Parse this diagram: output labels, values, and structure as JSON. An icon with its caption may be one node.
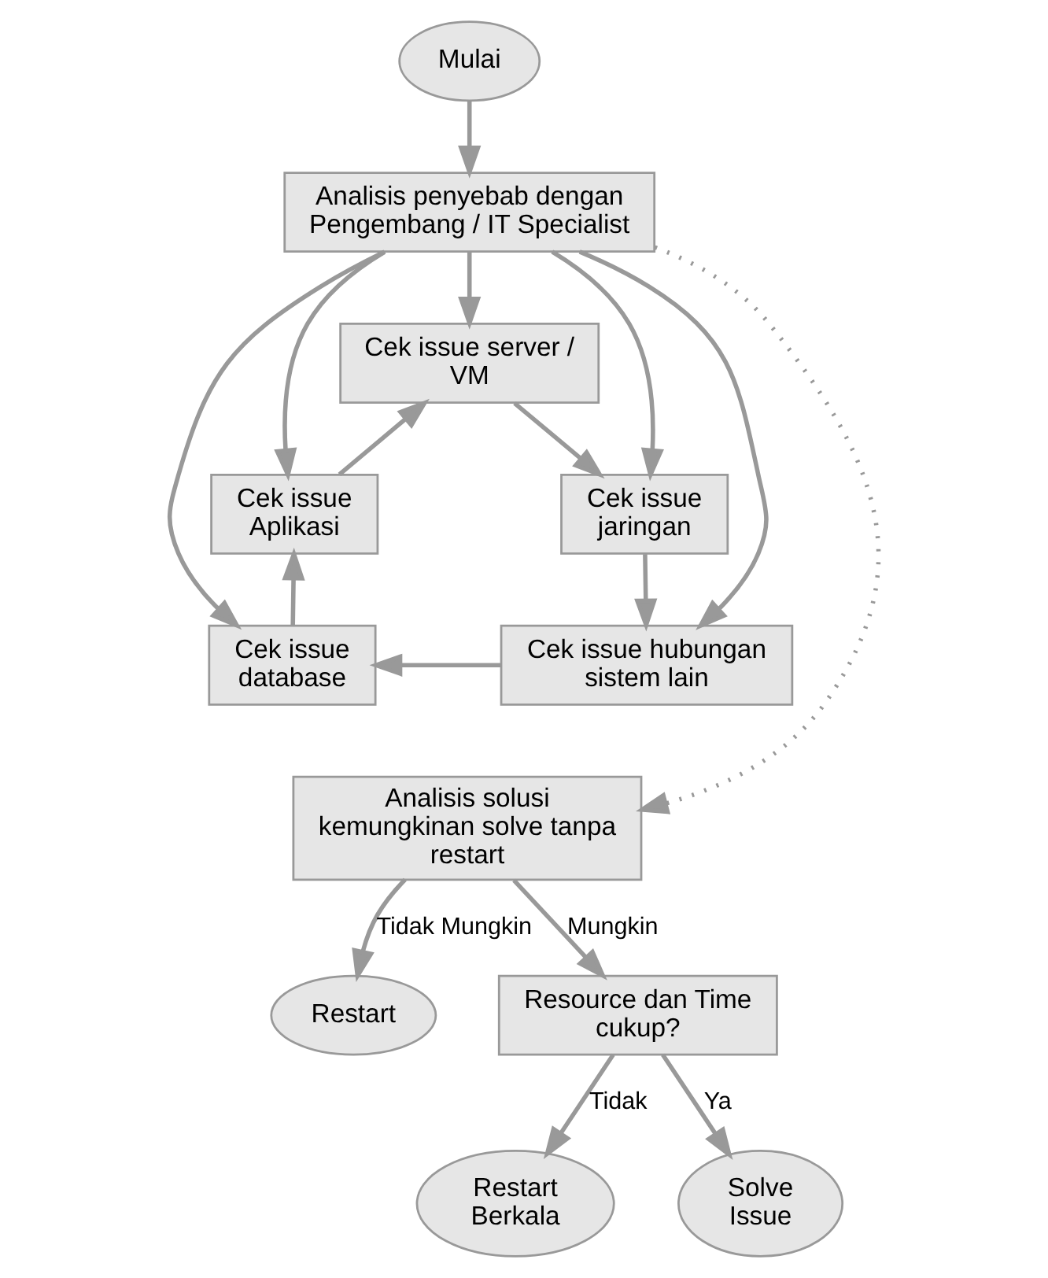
{
  "diagram": {
    "nodes": [
      {
        "text": [
          "Mulai"
        ]
      },
      {
        "text": [
          "Analisis penyebab dengan Pengembang / IT Specialist"
        ]
      },
      {
        "text": [
          "Cek issue server / VM"
        ]
      },
      {
        "text": [
          "Cek issue Aplikasi"
        ]
      },
      {
        "text": [
          "Cek issue jaringan"
        ]
      },
      {
        "text": [
          "Cek issue database"
        ]
      },
      {
        "text": [
          "Cek issue hubungan sistem lain"
        ]
      },
      {
        "text": [
          "Analisis solusi kemungkinan solve tanpa restart"
        ]
      },
      {
        "text": [
          "Restart"
        ]
      },
      {
        "text": [
          "Resource dan Time cukup?"
        ]
      },
      {
        "text": [
          "Restart Berkala"
        ]
      },
      {
        "text": [
          "Solve Issue"
        ]
      }
    ],
    "edges": [
      {
        "from": 0,
        "to": 1,
        "arrow": "to"
      },
      {
        "from": 1,
        "to": 2,
        "arrow": "to"
      },
      {
        "from": 1,
        "to": 3,
        "arrow": "to"
      },
      {
        "from": 1,
        "to": 5,
        "arrow": "to"
      },
      {
        "from": 1,
        "to": 4,
        "arrow": "to"
      },
      {
        "from": 1,
        "to": 6,
        "arrow": "to"
      },
      {
        "from": 3,
        "to": 2,
        "arrow": "to"
      },
      {
        "from": 2,
        "to": 4,
        "arrow": "to"
      },
      {
        "from": 4,
        "to": 6,
        "arrow": "to"
      },
      {
        "from": 6,
        "to": 5,
        "arrow": "to"
      },
      {
        "from": 5,
        "to": 3,
        "arrow": "to"
      },
      {
        "from": 1,
        "to": 7,
        "arrow": "to",
        "style": "dashed"
      },
      {
        "from": 7,
        "to": 8,
        "arrow": "to",
        "label": "Tidak Mungkin"
      },
      {
        "from": 7,
        "to": 9,
        "arrow": "to",
        "label": "Mungkin"
      },
      {
        "from": 9,
        "to": 10,
        "arrow": "to",
        "label": "Tidak"
      },
      {
        "from": 9,
        "to": 11,
        "arrow": "to",
        "label": "Ya"
      }
    ]
  }
}
